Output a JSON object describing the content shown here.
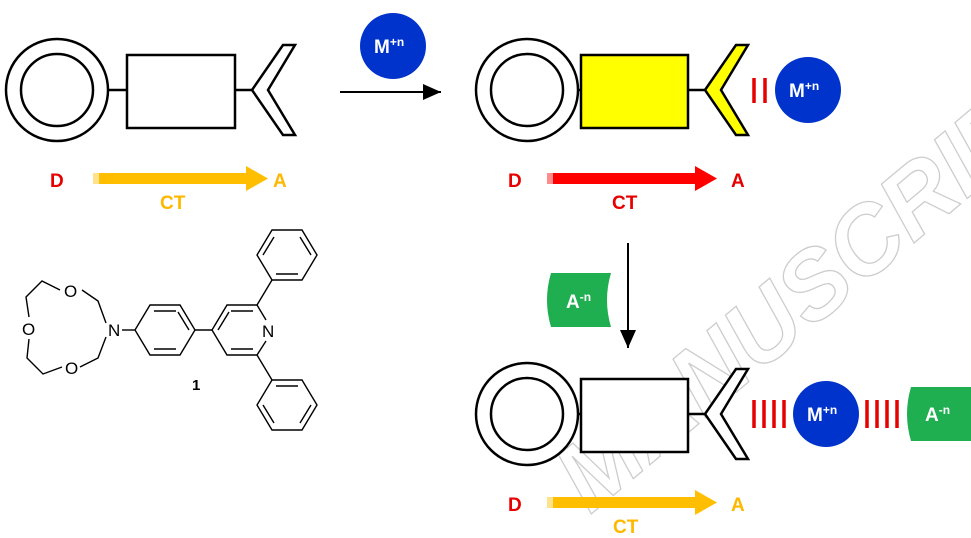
{
  "colors": {
    "donor": "#e60000",
    "acceptor_neutral": "#ffb800",
    "acceptor_metal": "#e60000",
    "ct_neutral": "#ffbf00",
    "ct_metal": "#ff0000",
    "bridge_on": "#ffff00",
    "metal": "#0033cc",
    "anion": "#1fae50",
    "bond": "#e60000",
    "watermark": "#cccccc"
  },
  "panels": {
    "free": {
      "donor": "D",
      "acceptor": "A",
      "ct": "CT"
    },
    "metal_bound": {
      "donor": "D",
      "acceptor": "A",
      "ct": "CT",
      "metal_label": "M",
      "metal_charge": "+n"
    },
    "anion_bound": {
      "donor": "D",
      "acceptor": "A",
      "ct": "CT",
      "metal_label": "M",
      "metal_charge": "+n",
      "anion_label": "A",
      "anion_charge": "-n"
    }
  },
  "reagents": {
    "metal": {
      "label": "M",
      "charge": "+n"
    },
    "anion": {
      "label": "A",
      "charge": "-n"
    }
  },
  "molecule": {
    "compound_number": "1",
    "atoms": {
      "o1": "O",
      "o2": "O",
      "o3": "O",
      "n_crown": "N",
      "n_pyridine": "N"
    }
  },
  "watermark": "MANUSCRIPT"
}
